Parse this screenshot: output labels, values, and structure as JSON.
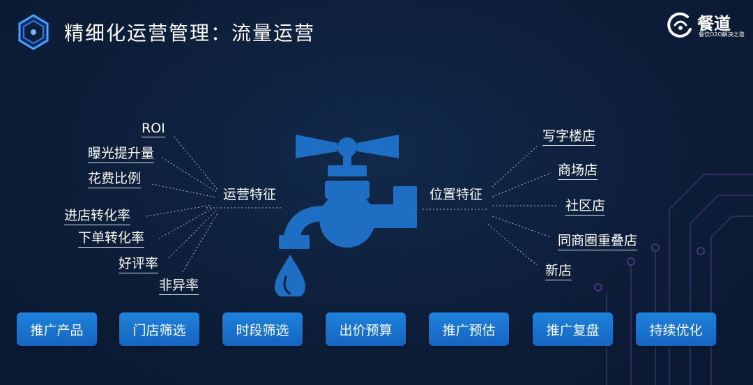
{
  "header": {
    "title": "精细化运营管理：流量运营"
  },
  "brand": {
    "name": "餐道",
    "slogan": "餐饮O2O解决之道"
  },
  "left_group": {
    "label": "运营特征",
    "items": [
      "ROI",
      "曝光提升量",
      "花费比例",
      "进店转化率",
      "下单转化率",
      "好评率",
      "非异率"
    ]
  },
  "right_group": {
    "label": "位置特征",
    "items": [
      "写字楼店",
      "商场店",
      "社区店",
      "同商圈重叠店",
      "新店"
    ]
  },
  "buttons": [
    "推广产品",
    "门店筛选",
    "时段筛选",
    "出价预算",
    "推广预估",
    "推广复盘",
    "持续优化"
  ],
  "colors": {
    "background": "#0d1f3a",
    "accent": "#1a73c9",
    "faucet": "#1e6fc4",
    "text": "#ffffff"
  }
}
